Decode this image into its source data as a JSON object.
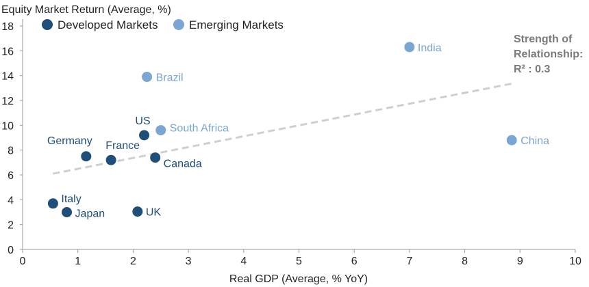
{
  "colors": {
    "developed": "#1f4e79",
    "emerging": "#7aa6d1",
    "trendline": "#cfcfcf",
    "axis": "#9a9a9a",
    "annotation": "#7a7a7a"
  },
  "chart_data": {
    "type": "scatter",
    "title": "",
    "xlabel": "Real GDP (Average, % YoY)",
    "ylabel": "Equity Market Return (Average, %)",
    "xlim": [
      0,
      10
    ],
    "ylim": [
      0,
      18
    ],
    "xticks": [
      "0",
      "1",
      "2",
      "3",
      "4",
      "5",
      "6",
      "7",
      "8",
      "9",
      "10"
    ],
    "yticks": [
      "0",
      "2",
      "4",
      "6",
      "8",
      "10",
      "12",
      "14",
      "16",
      "18"
    ],
    "grid": false,
    "legend_placement": "top-left",
    "series": [
      {
        "name": "Developed Markets",
        "color_key": "developed",
        "points": [
          {
            "label": "US",
            "x": 2.2,
            "y": 9.2
          },
          {
            "label": "Germany",
            "x": 1.15,
            "y": 7.5
          },
          {
            "label": "France",
            "x": 1.6,
            "y": 7.2
          },
          {
            "label": "Canada",
            "x": 2.4,
            "y": 7.4
          },
          {
            "label": "Italy",
            "x": 0.55,
            "y": 3.7
          },
          {
            "label": "Japan",
            "x": 0.8,
            "y": 3.0
          },
          {
            "label": "UK",
            "x": 2.08,
            "y": 3.05
          }
        ]
      },
      {
        "name": "Emerging Markets",
        "color_key": "emerging",
        "points": [
          {
            "label": "India",
            "x": 7.0,
            "y": 16.3
          },
          {
            "label": "Brazil",
            "x": 2.25,
            "y": 13.9
          },
          {
            "label": "South Africa",
            "x": 2.5,
            "y": 9.6
          },
          {
            "label": "China",
            "x": 8.85,
            "y": 8.8
          }
        ]
      }
    ],
    "trendline": {
      "x1": 0.55,
      "y1": 6.1,
      "x2": 8.9,
      "y2": 13.4
    },
    "annotation": {
      "lines": [
        "Strength of",
        "Relationship:",
        "R² : 0.3"
      ]
    }
  }
}
